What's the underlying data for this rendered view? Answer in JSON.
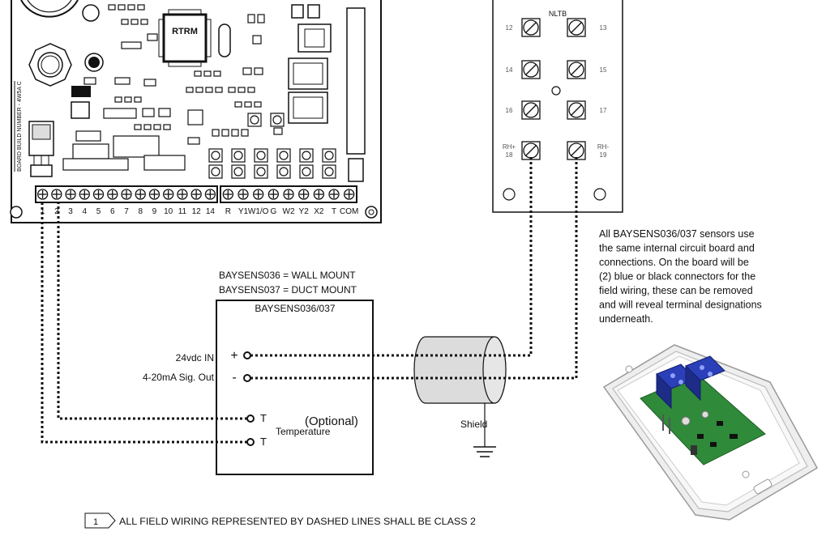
{
  "board": {
    "chip_label": "RTRM",
    "build_label": "BOARD BUILD NUMBER - 4W5A C",
    "left_terminals": [
      "1",
      "2",
      "3",
      "4",
      "5",
      "6",
      "7",
      "8",
      "9",
      "10",
      "11",
      "12",
      "14"
    ],
    "right_terminals": [
      "R",
      "Y1",
      "W1/O",
      "G",
      "W2",
      "Y2",
      "X2",
      "T",
      "COM"
    ]
  },
  "nltb": {
    "title": "NLTB",
    "rows": [
      {
        "left": "12",
        "right": "13"
      },
      {
        "left": "14",
        "right": "15"
      },
      {
        "left": "16",
        "right": "17"
      },
      {
        "left": "RH+ 18",
        "right": "RH- 19"
      }
    ]
  },
  "sensor": {
    "line1": "BAYSENS036 = WALL MOUNT",
    "line2": "BAYSENS037 = DUCT MOUNT",
    "box_title": "BAYSENS036/037",
    "input_24v": "24vdc IN",
    "signal_out": "4-20mA Sig. Out",
    "plus": "+",
    "minus": "-",
    "t1": "T",
    "t2": "T",
    "optional": "(Optional)",
    "temperature": "Temperature"
  },
  "cable": {
    "shield_label": "Shield"
  },
  "note": {
    "text": "All BAYSENS036/037 sensors use the same internal circuit board and connections. On the board will be (2) blue or black connectors for the field wiring, these can be removed and will reveal terminal designations underneath.",
    "lines": [
      "All BAYSENS036/037 sensors use",
      "the same internal circuit board and",
      "connections. On the board will be",
      "(2) blue or black connectors for the",
      "field wiring, these can be removed",
      "and will reveal terminal designations",
      "underneath."
    ]
  },
  "footnote": {
    "number": "1",
    "text": "ALL FIELD WIRING REPRESENTED BY DASHED LINES SHALL BE CLASS 2"
  },
  "colors": {
    "wire": "#111111",
    "connector_blue": "#2a3fb8",
    "pcb_green": "#2f8a3a",
    "cable_gray": "#d8d8d8"
  }
}
